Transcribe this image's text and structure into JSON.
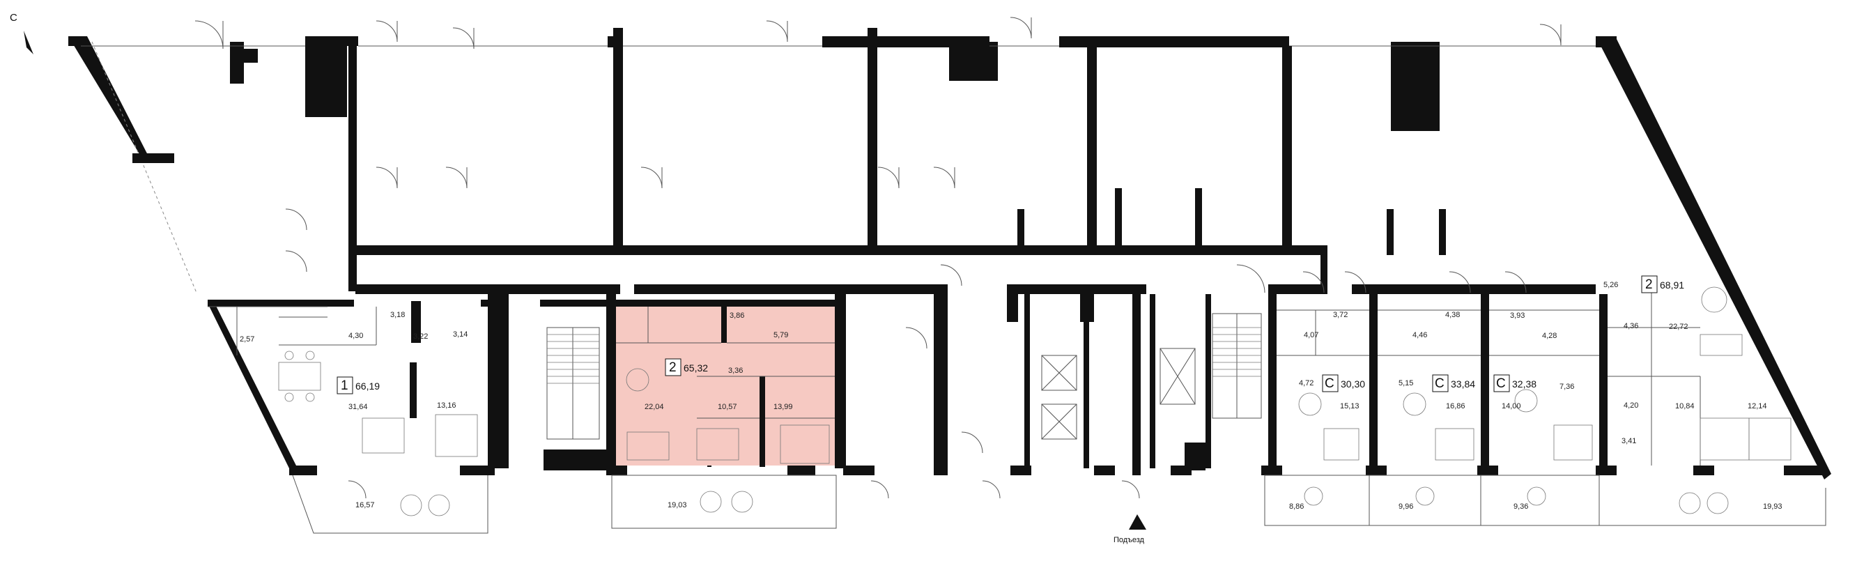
{
  "north_label": "С",
  "entrance_label": "Подъезд",
  "colors": {
    "highlight": "#f6c9c2",
    "wall": "#111111",
    "line": "#555555"
  },
  "apartments": [
    {
      "id": "apt1",
      "rooms": "1",
      "area": "66,19"
    },
    {
      "id": "apt2",
      "rooms": "2",
      "area": "65,32"
    },
    {
      "id": "apt3",
      "rooms": "С",
      "area": "30,30"
    },
    {
      "id": "apt4",
      "rooms": "С",
      "area": "33,84"
    },
    {
      "id": "apt5",
      "rooms": "С",
      "area": "32,38"
    },
    {
      "id": "apt6",
      "rooms": "2",
      "area": "68,91"
    }
  ],
  "room_areas": [
    "2,57",
    "4,30",
    "3,18",
    "3,22",
    "3,14",
    "31,64",
    "13,16",
    "16,57",
    "3,86",
    "5,79",
    "3,36",
    "22,04",
    "10,57",
    "13,99",
    "19,03",
    "3,72",
    "4,07",
    "4,72",
    "15,13",
    "8,86",
    "4,38",
    "4,46",
    "5,15",
    "16,86",
    "9,96",
    "3,93",
    "4,28",
    "14,00",
    "7,36",
    "9,36",
    "5,26",
    "4,36",
    "22,72",
    "4,20",
    "10,84",
    "12,14",
    "3,41",
    "19,93"
  ]
}
